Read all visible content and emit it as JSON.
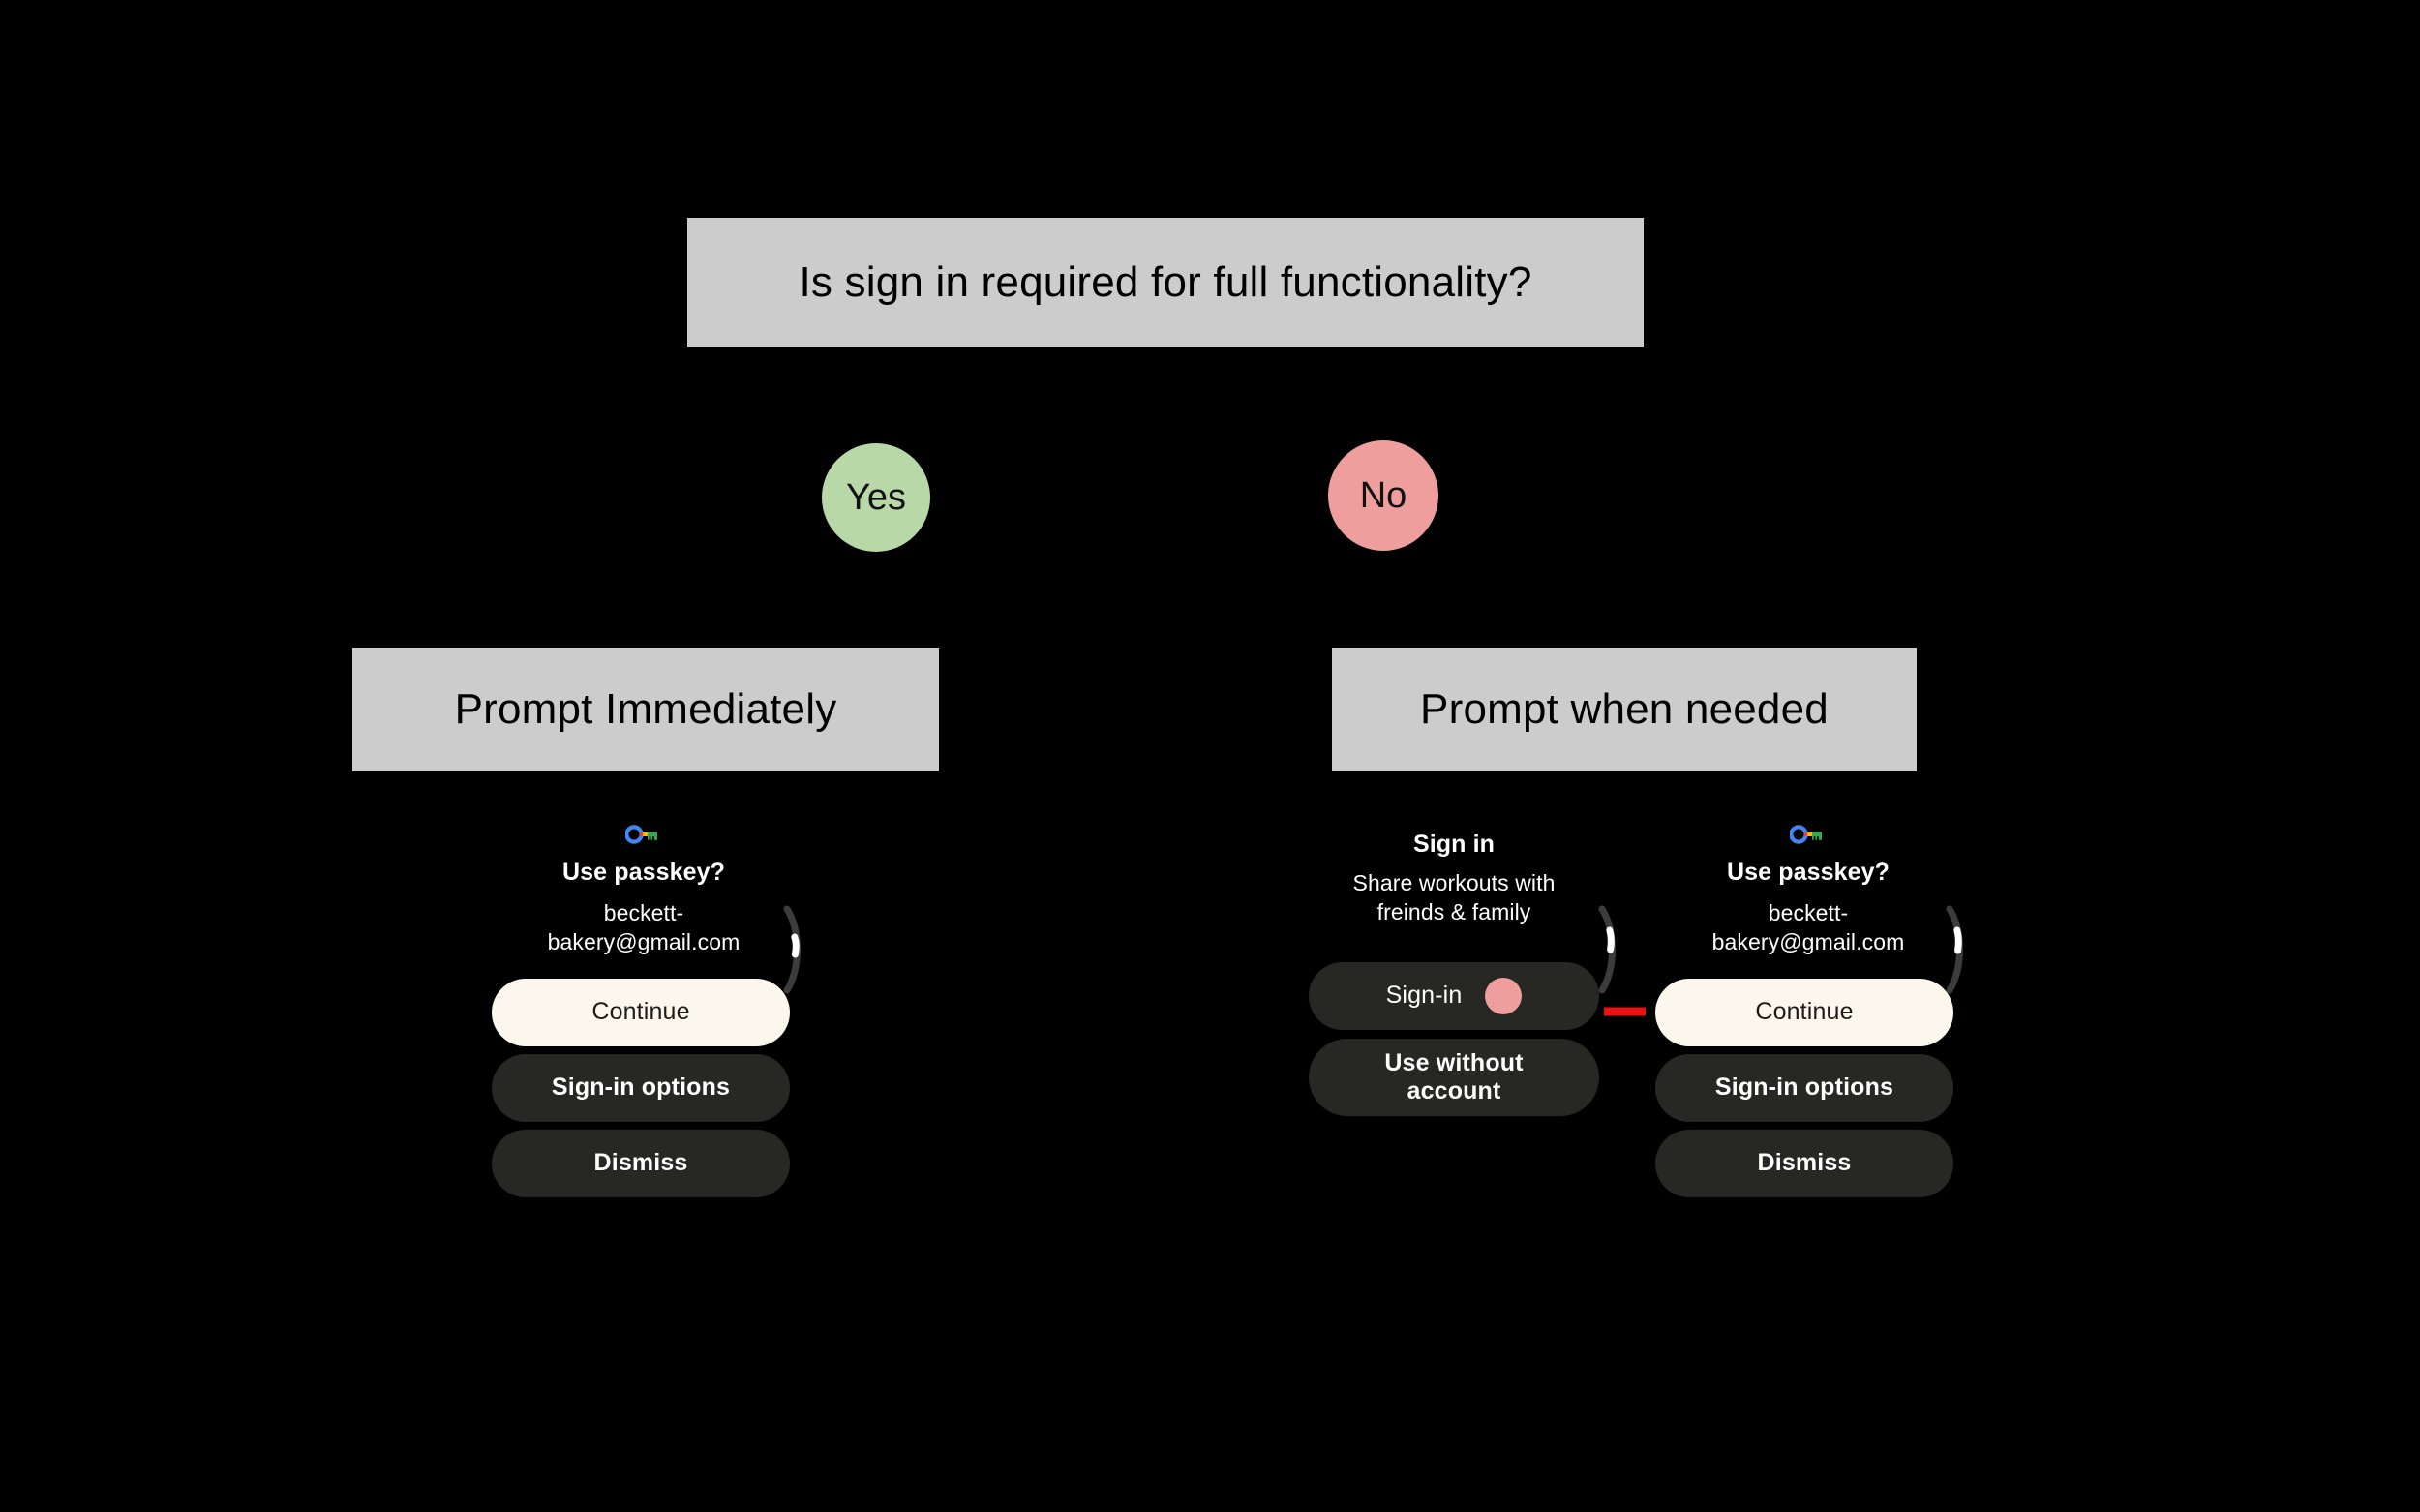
{
  "flowchart": {
    "type": "decision-tree",
    "title_node": "Is sign in required for full functionality?",
    "branches": [
      {
        "label": "Yes",
        "color": "#b9d8a7",
        "target": "Prompt Immediately"
      },
      {
        "label": "No",
        "color": "#ef9e9e",
        "target": "Prompt when needed"
      }
    ],
    "yes_node": "Prompt Immediately",
    "no_node": "Prompt when needed"
  },
  "left_screen": {
    "icon": "google-passkey-icon",
    "title": "Use passkey?",
    "subtitle": "beckett-bakery@gmail.com",
    "buttons": [
      {
        "label": "Continue",
        "style": "primary"
      },
      {
        "label": "Sign-in options",
        "style": "secondary"
      },
      {
        "label": "Dismiss",
        "style": "plain"
      }
    ]
  },
  "right_signin_screen": {
    "title": "Sign in",
    "subtitle": "Share workouts with freinds & family",
    "buttons": [
      {
        "label": "Sign-in",
        "style": "secondary",
        "has_accent_dot": true
      },
      {
        "label": "Use without account",
        "style": "secondary",
        "has_accent_dot": false
      }
    ]
  },
  "right_passkey_screen": {
    "icon": "google-passkey-icon",
    "title": "Use passkey?",
    "subtitle": "beckett-bakery@gmail.com",
    "buttons": [
      {
        "label": "Continue",
        "style": "primary"
      },
      {
        "label": "Sign-in options",
        "style": "secondary"
      },
      {
        "label": "Dismiss",
        "style": "plain"
      }
    ]
  },
  "annotation": {
    "arrow_color": "#ee1111",
    "arrow_meaning": "flow-from-signin-to-continue"
  },
  "colors": {
    "background": "#000000",
    "box_fill": "#cccccc",
    "box_text": "#000000",
    "yes_fill": "#b9d8a7",
    "no_fill": "#ef9e9e",
    "primary_button": "#fbf7ec",
    "secondary_button": "#272724",
    "screen_text": "#ffffff",
    "accent_dot": "#ef9e9e",
    "arrow": "#ee1111"
  }
}
